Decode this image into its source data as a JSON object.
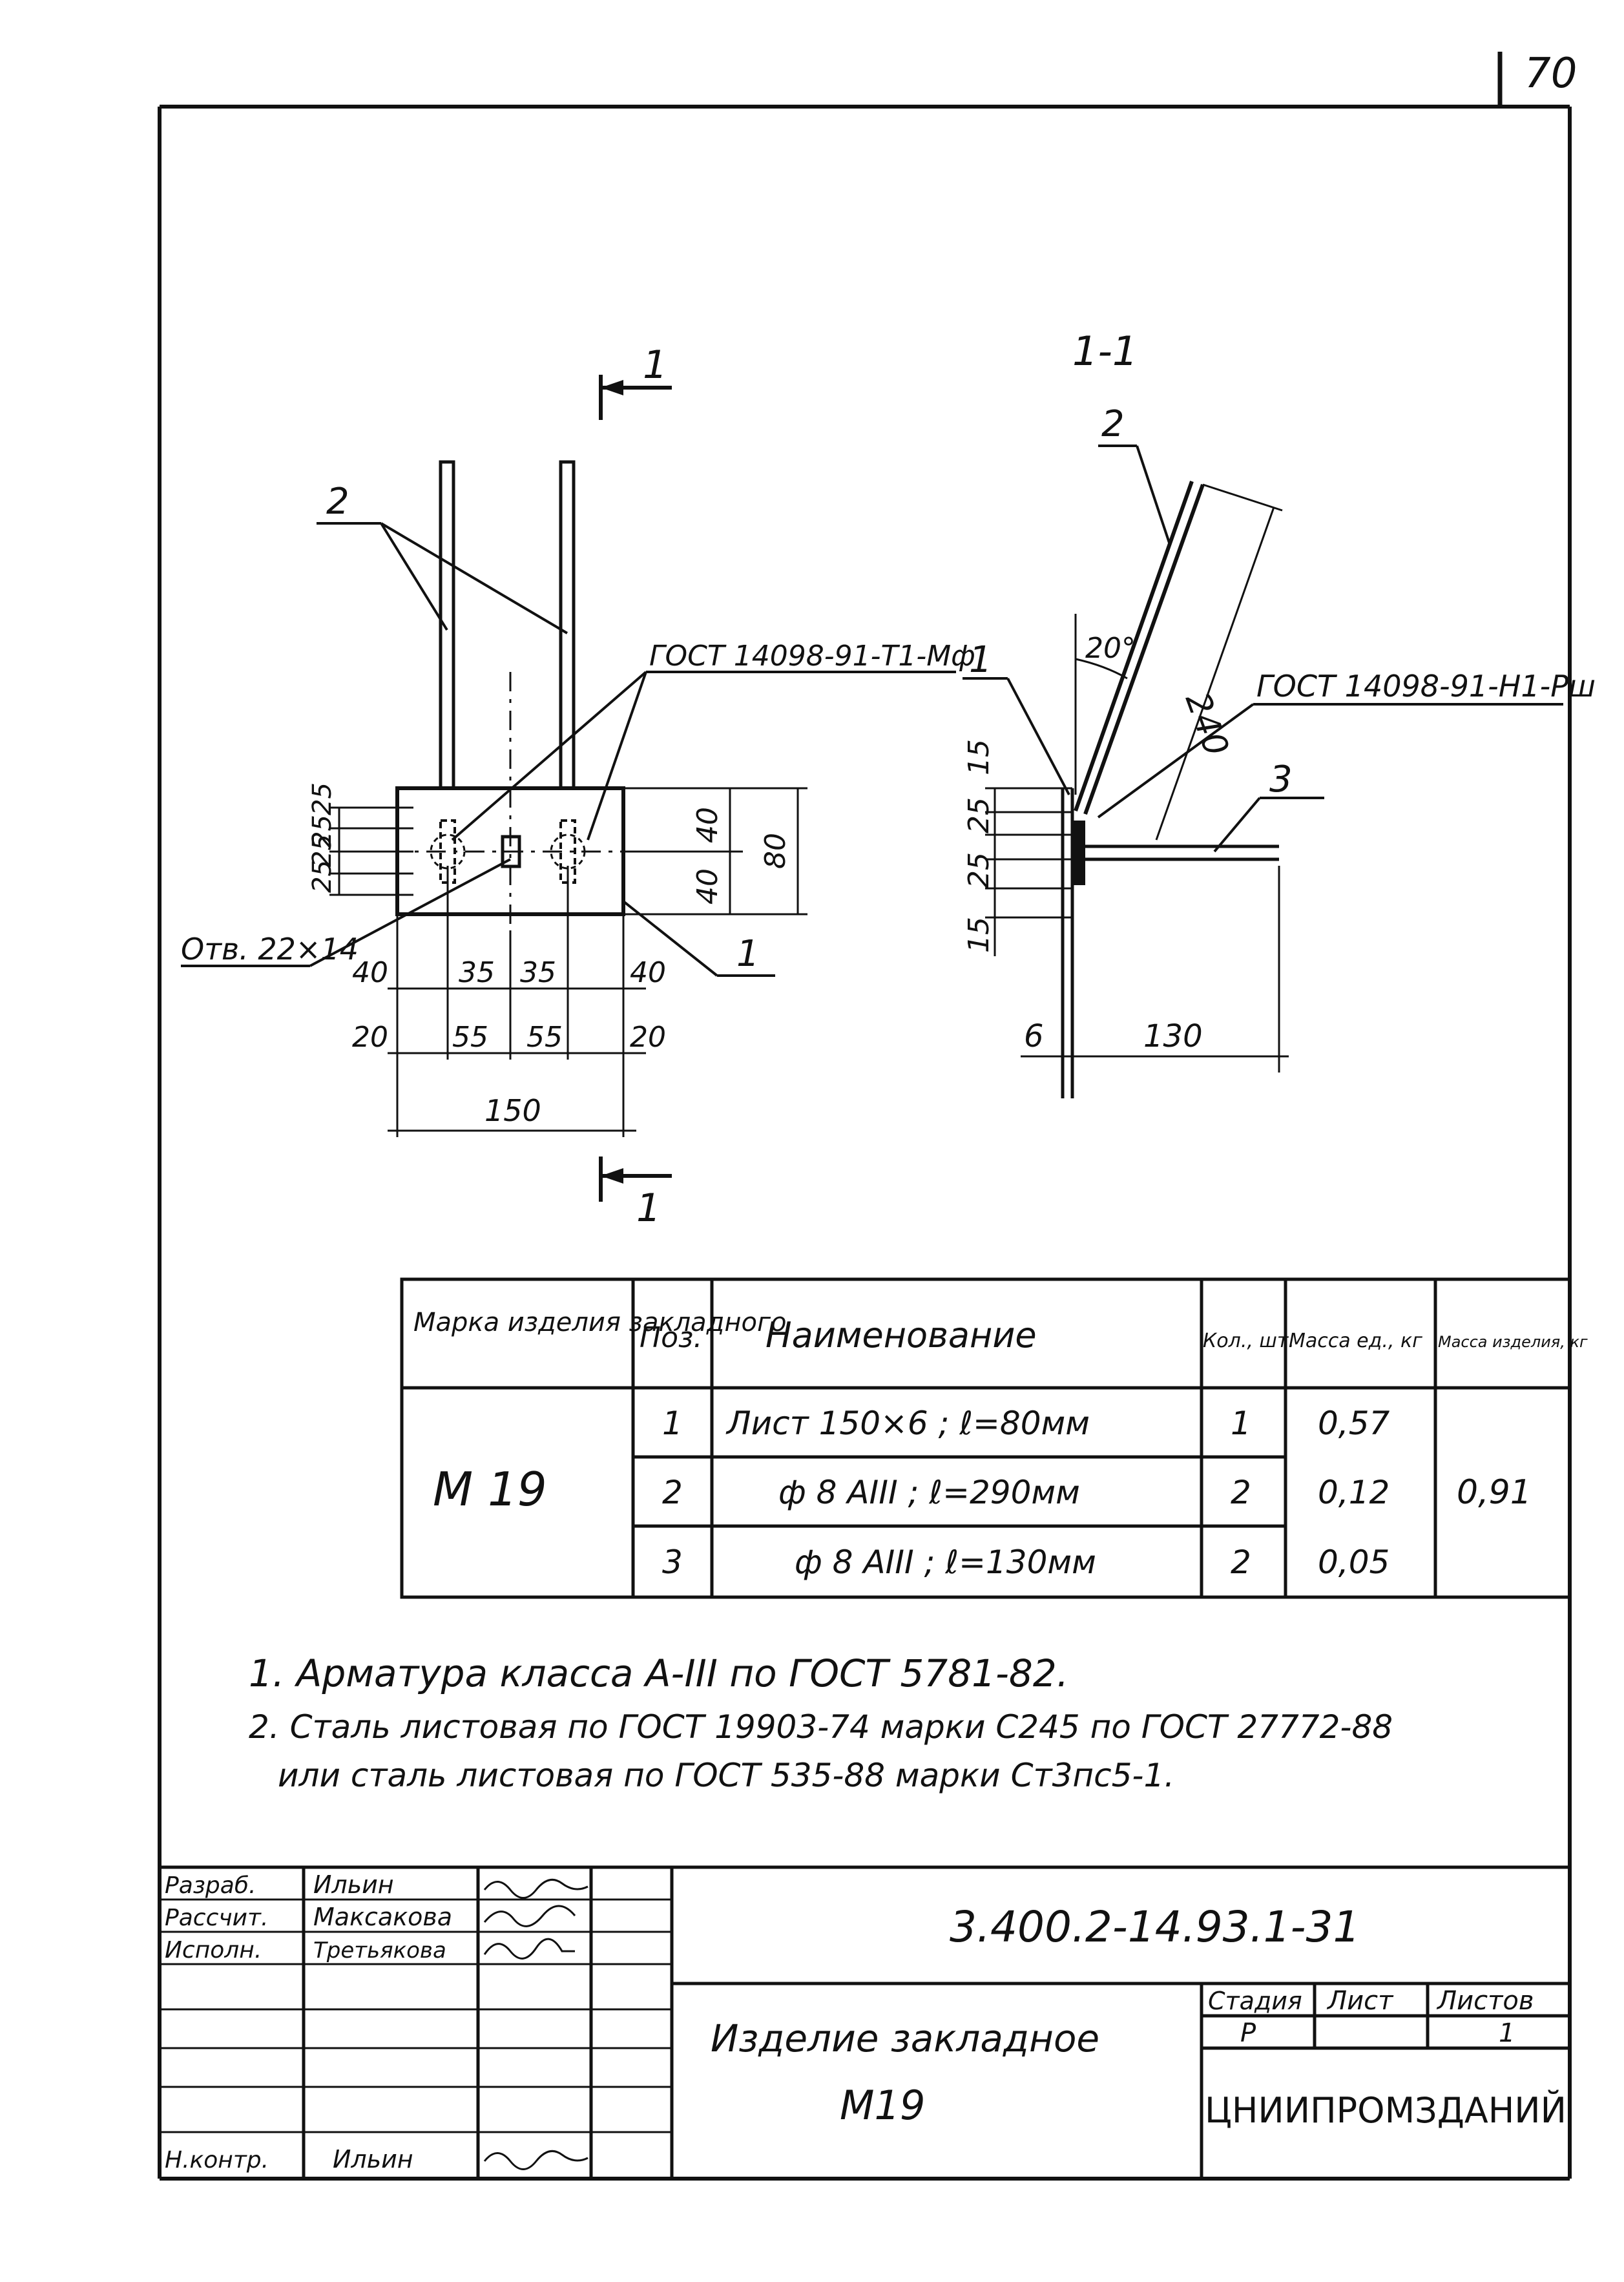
{
  "page_number": "70",
  "drawing": {
    "front_view": {
      "section_mark_top": "1",
      "section_mark_bottom": "1",
      "bar_pos": "2",
      "plate_pos": "1",
      "weld_gost": "ГОСТ 14098-91-Т1-Мф",
      "hole_note": "Отв. 22×14",
      "dims_left": [
        "25",
        "25",
        "25",
        "25"
      ],
      "dims_right": [
        "40",
        "40",
        "80"
      ],
      "dims_row1": [
        "40",
        "35",
        "35",
        "40"
      ],
      "dims_row2": [
        "20",
        "55",
        "55",
        "20"
      ],
      "dims_total": "150"
    },
    "section_view": {
      "title": "1-1",
      "bar_pos": "2",
      "plate_pos": "1",
      "anchor_pos": "3",
      "angle": "20°",
      "length": "240",
      "weld_gost": "ГОСТ 14098-91-Н1-Рш",
      "dims_vertical": [
        "15",
        "25",
        "25",
        "15"
      ],
      "dims_bottom": [
        "6",
        "130"
      ]
    }
  },
  "spec_table": {
    "headers": [
      "Марка изделия закладного",
      "Поз.",
      "Наименование",
      "Кол., шт.",
      "Масса ед., кг",
      "Масса изделия, кг"
    ],
    "mark": "М 19",
    "rows": [
      {
        "pos": "1",
        "name": "Лист 150×6 ; ℓ=80мм",
        "qty": "1",
        "mass": "0,57"
      },
      {
        "pos": "2",
        "name": "ф 8 АIII ; ℓ=290мм",
        "qty": "2",
        "mass": "0,12"
      },
      {
        "pos": "3",
        "name": "ф 8 АIII ; ℓ=130мм",
        "qty": "2",
        "mass": "0,05"
      }
    ],
    "total_mass": "0,91"
  },
  "notes": [
    "1. Арматура класса А-III по ГОСТ 5781-82.",
    "2. Сталь листовая по ГОСТ 19903-74 марки С245 по ГОСТ 27772-88",
    "или сталь листовая по ГОСТ 535-88 марки Ст3пс5-1."
  ],
  "title_block": {
    "roles": [
      "Разраб.",
      "Рассчит.",
      "Исполн.",
      "Н.контр."
    ],
    "names": [
      "Ильин",
      "Максакова",
      "Третьякова",
      "Ильин"
    ],
    "doc_code": "3.400.2-14.93.1-31",
    "product_name": "Изделие закладное",
    "product_mark": "М19",
    "stage_label": "Стадия",
    "sheet_label": "Лист",
    "sheets_label": "Листов",
    "stage": "Р",
    "sheets": "1",
    "org": "ЦНИИПРОМЗДАНИЙ"
  }
}
